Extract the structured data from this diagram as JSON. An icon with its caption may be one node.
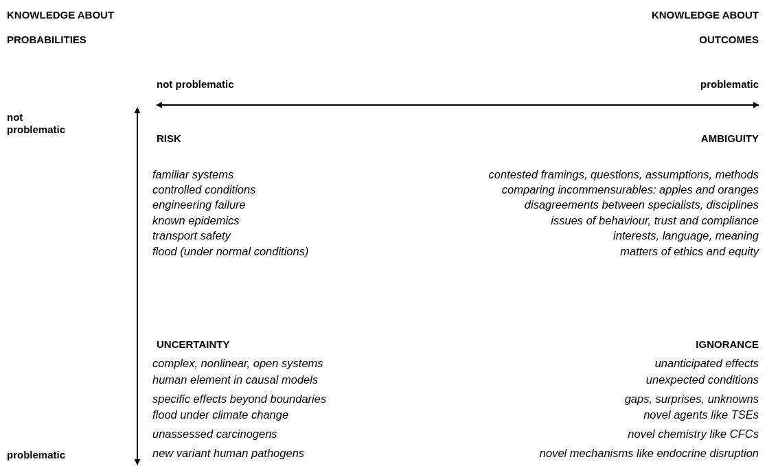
{
  "diagram": {
    "labels": [
      "KNOWLEDGE ABOUT PROBABILITIES",
      "KNOWLEDGE ABOUT OUTCOMES",
      "not problematic",
      "problematic",
      "not problematic",
      "RISK",
      "AMBIGUITY",
      "familiar systems",
      "contested framings, questions, assumptions, methods",
      "controlled conditions",
      "comparing incommensurables: apples and oranges",
      "engineering failure",
      "disagreements between specialists, disciplines",
      "known epidemics",
      "issues of behaviour, trust and compliance",
      "transport safety",
      "interests, language, meaning",
      "flood (under normal conditions)",
      "matters of ethics and equity",
      "UNCERTAINTY",
      "IGNORANCE",
      "complex, nonlinear, open systems",
      "unanticipated effects",
      "human element in causal models",
      "unexpected conditions",
      "specific effects beyond boundaries",
      "gaps, surprises, unknowns",
      "flood under climate change",
      "novel agents like TSEs",
      "unassessed carcinogens",
      "novel chemistry like CFCs",
      "problematic",
      "new variant human pathogens",
      "novel mechanisms like endocrine disruption"
    ]
  }
}
